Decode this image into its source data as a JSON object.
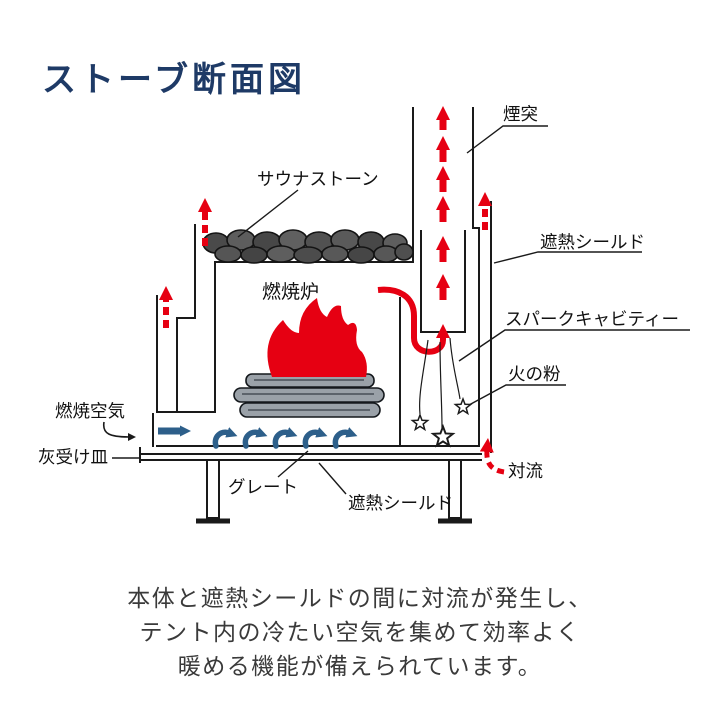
{
  "page": {
    "title": "ストーブ断面図",
    "caption_lines": [
      "本体と遮熱シールドの間に対流が発生し、",
      "テント内の冷たい空気を集めて効率よく",
      "暖める機能が備えられています。"
    ]
  },
  "labels": {
    "chimney": "煙突",
    "sauna_stone": "サウナストーン",
    "heat_shield_right": "遮熱シールド",
    "spark_cavity": "スパークキャビティー",
    "sparks": "火の粉",
    "convection": "対流",
    "furnace": "燃焼炉",
    "combustion_air": "燃焼空気",
    "ash_tray": "灰受け皿",
    "grate": "グレート",
    "heat_shield_bottom": "遮熱シールド"
  },
  "colors": {
    "title": "#1e3a66",
    "flame_red": "#e60012",
    "air_blue": "#2d5f8a",
    "line_black": "#1a1a1a",
    "caption_gray": "#3a3a3a"
  }
}
